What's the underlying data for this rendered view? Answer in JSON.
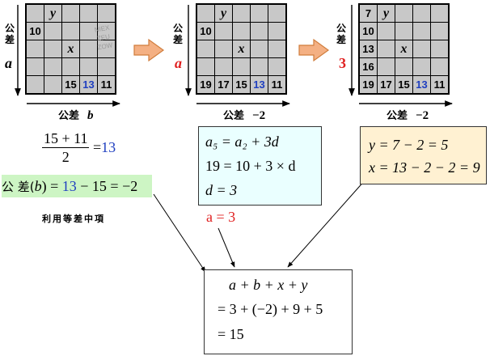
{
  "panels": [
    {
      "cells": [
        [
          "",
          "y",
          "",
          "",
          ""
        ],
        [
          "10",
          "",
          "",
          "",
          ""
        ],
        [
          "",
          "",
          "x",
          "",
          ""
        ],
        [
          "",
          "",
          "",
          "",
          ""
        ],
        [
          "",
          "",
          "15",
          "13",
          "11"
        ]
      ],
      "vertical_label": "公差",
      "vertical_value": "a",
      "horizontal_label": "公差",
      "horizontal_value": "b",
      "watermark": [
        "NIEX",
        "ZEU",
        "ZOW"
      ]
    },
    {
      "cells": [
        [
          "",
          "y",
          "",
          "",
          ""
        ],
        [
          "10",
          "",
          "",
          "",
          ""
        ],
        [
          "",
          "",
          "x",
          "",
          ""
        ],
        [
          "",
          "",
          "",
          "",
          ""
        ],
        [
          "19",
          "17",
          "15",
          "13",
          "11"
        ]
      ],
      "vertical_label": "公差",
      "vertical_value": "a",
      "horizontal_label": "公差",
      "horizontal_value": "−2"
    },
    {
      "cells": [
        [
          "7",
          "y",
          "",
          "",
          ""
        ],
        [
          "10",
          "",
          "",
          "",
          ""
        ],
        [
          "13",
          "",
          "x",
          "",
          ""
        ],
        [
          "16",
          "",
          "",
          "",
          ""
        ],
        [
          "19",
          "17",
          "15",
          "13",
          "11"
        ]
      ],
      "vertical_label": "公差",
      "vertical_value": "3",
      "horizontal_label": "公差",
      "horizontal_value": "−2"
    }
  ],
  "left_calc": {
    "frac_num": "15 + 11",
    "frac_den": "2",
    "eq": "=",
    "result": "13",
    "diff_prefix": "公 差(",
    "diff_var": "b",
    "diff_mid": ") = ",
    "diff_blue": "13",
    "diff_rest": " − 15 = −2",
    "caption": "利用等差中項"
  },
  "middle_box": {
    "line1": "a₅ = a₂ + 3d",
    "line2": "19 = 10 + 3 × d",
    "line3": "d = 3",
    "below": "a = 3"
  },
  "right_box": {
    "line1": "y = 7 − 2 = 5",
    "line2": "x = 13 − 2 − 2 = 9"
  },
  "bottom_box": {
    "line1": "a + b + x + y",
    "line2": "= 3 + (−2) + 9 + 5",
    "line3": "= 15"
  },
  "colors": {
    "blue": "#1f3fc0",
    "red": "#e02020",
    "grid_fill": "#c8c8c8",
    "green_highlight": "#cdf5c4",
    "cyan_box": "#eaffff",
    "tan_box": "#fff1d2",
    "arrow_fill": "#f4b083",
    "arrow_stroke": "#d07d3c"
  }
}
